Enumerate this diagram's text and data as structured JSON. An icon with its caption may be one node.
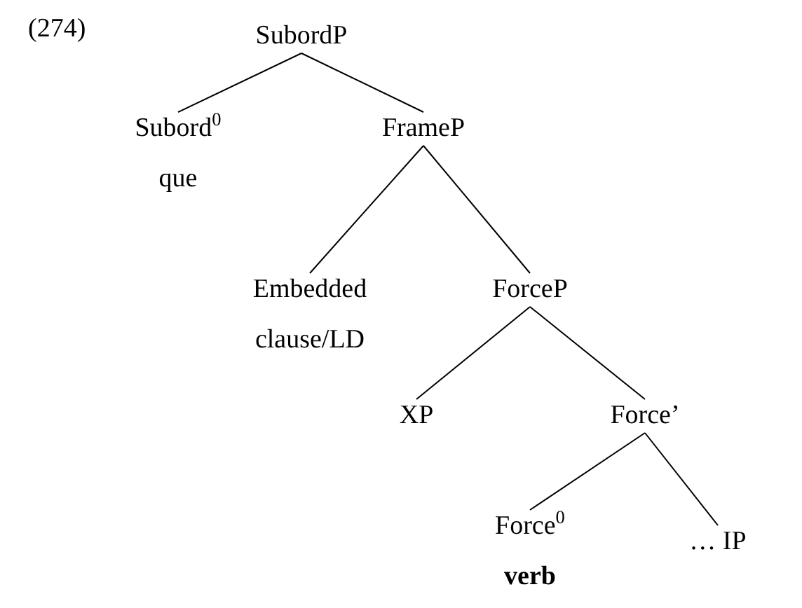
{
  "diagram": {
    "nodes": [
      {
        "text": [
          "SubordP"
        ]
      },
      {
        "text": [
          "Subord$^{0}$",
          "que"
        ]
      },
      {
        "text": [
          "FrameP"
        ]
      },
      {
        "text": [
          "Embedded clause/LD"
        ]
      },
      {
        "text": [
          "ForceP"
        ]
      },
      {
        "text": [
          "XP"
        ]
      },
      {
        "text": [
          "Force’"
        ]
      },
      {
        "text": [
          "Force$^{0}$",
          "**verb**"
        ]
      },
      {
        "text": [
          "… IP"
        ]
      }
    ],
    "edges": [
      {
        "from": 0,
        "to": 1,
        "arrow": "none"
      },
      {
        "from": 0,
        "to": 2,
        "arrow": "none"
      },
      {
        "from": 2,
        "to": 3,
        "arrow": "none"
      },
      {
        "from": 2,
        "to": 4,
        "arrow": "none"
      },
      {
        "from": 4,
        "to": 5,
        "arrow": "none"
      },
      {
        "from": 4,
        "to": 6,
        "arrow": "none"
      },
      {
        "from": 6,
        "to": 7,
        "arrow": "none"
      },
      {
        "from": 6,
        "to": 8,
        "arrow": "none"
      }
    ],
    "labels": [
      "(274)"
    ]
  }
}
